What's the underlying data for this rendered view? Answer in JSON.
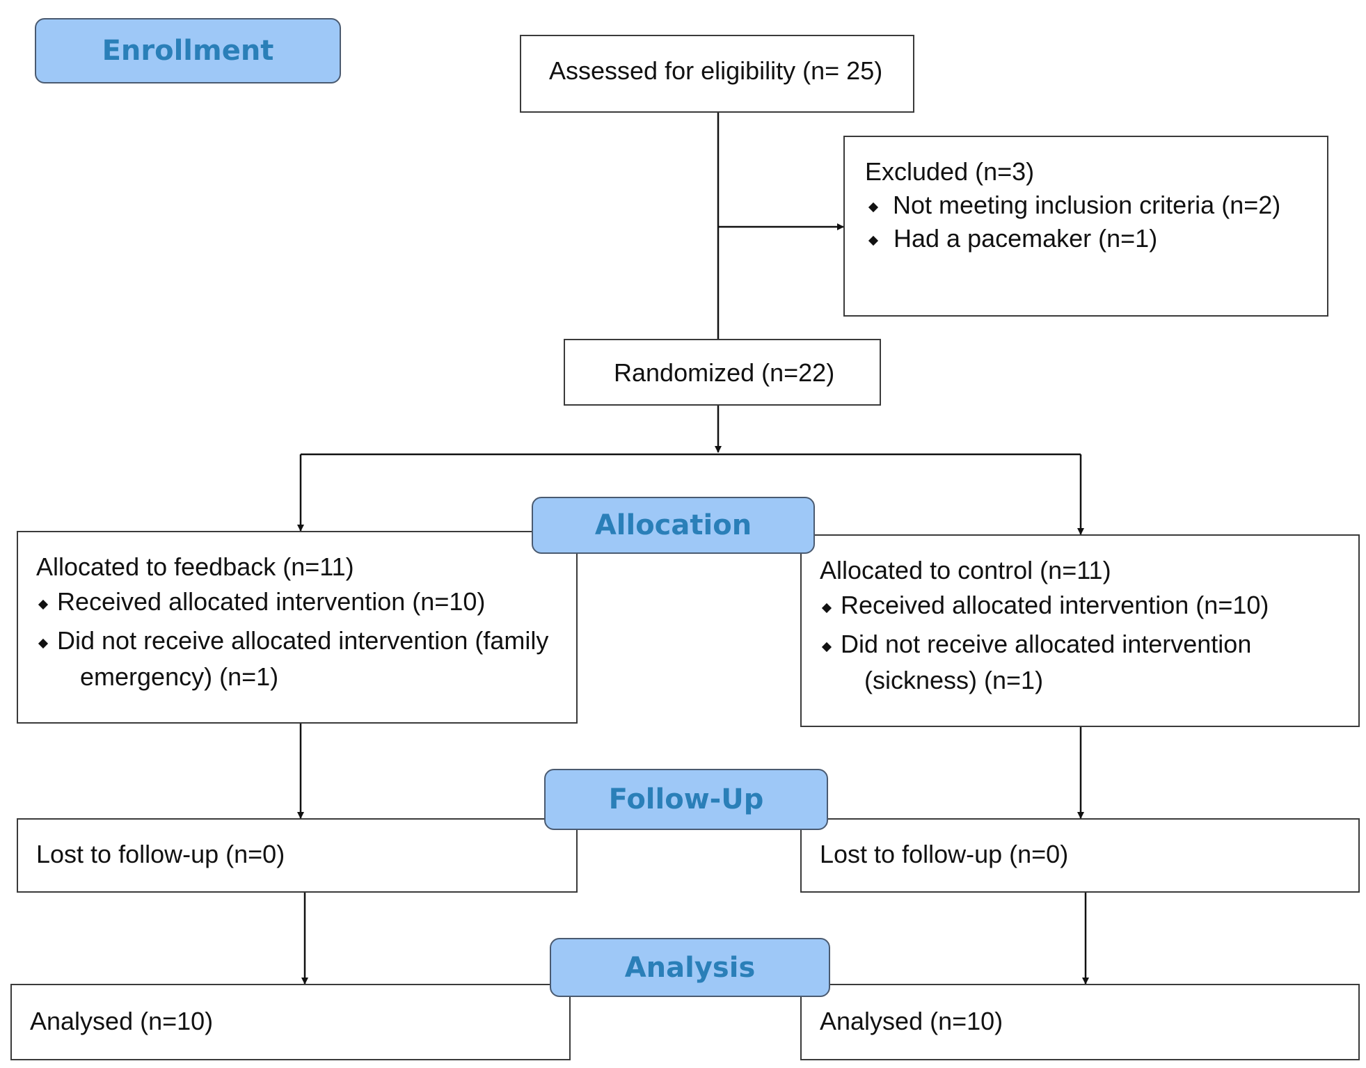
{
  "stages": {
    "enrollment": "Enrollment",
    "allocation": "Allocation",
    "follow_up": "Follow-Up",
    "analysis": "Analysis"
  },
  "assessed": "Assessed for eligibility (n= 25)",
  "excluded": {
    "title": "Excluded (n=3)",
    "reasons": [
      "Not meeting inclusion criteria (n=2)",
      "Had a pacemaker (n=1)"
    ]
  },
  "randomized": "Randomized (n=22)",
  "feedback_arm": {
    "allocated": "Allocated to feedback (n=11)",
    "received": "Received allocated intervention (n=10)",
    "not_received_line1": "Did not receive allocated intervention (family",
    "not_received_line2": "emergency) (n=1)",
    "lost": "Lost to follow-up (n=0)",
    "analysed": "Analysed (n=10)"
  },
  "control_arm": {
    "allocated": "Allocated to control (n=11)",
    "received": "Received allocated intervention (n=10)",
    "not_received_line1": "Did not receive allocated intervention",
    "not_received_line2": "(sickness) (n=1)",
    "lost": "Lost to follow-up (n=0)",
    "analysed": "Analysed (n=10)"
  }
}
